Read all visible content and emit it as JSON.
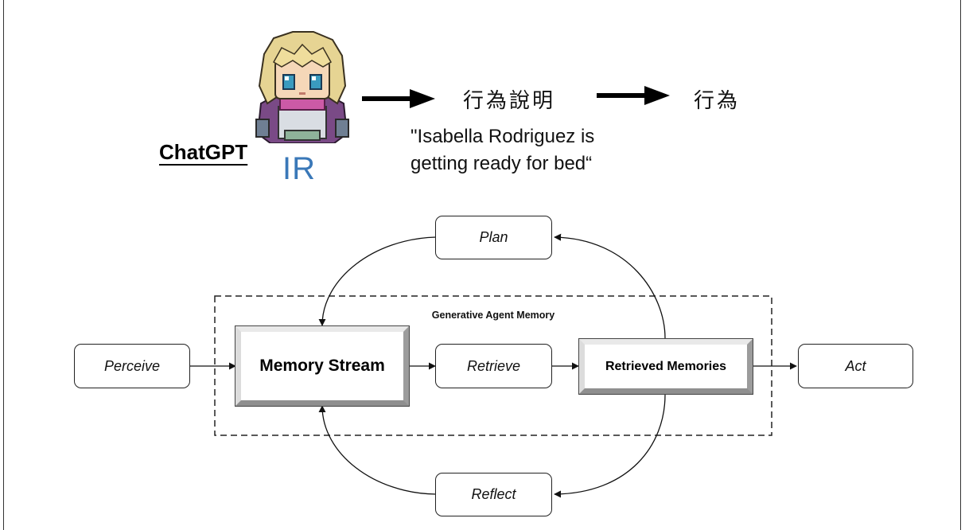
{
  "header": {
    "chatgpt_label": "ChatGPT",
    "agent_initials": "IR",
    "action_description_label": "行為說明",
    "action_label": "行為",
    "description_quote_line1": "\"Isabella Rodriguez is",
    "description_quote_line2": "getting ready for bed“"
  },
  "diagram": {
    "memory_group_label": "Generative Agent Memory",
    "nodes": {
      "plan": "Plan",
      "perceive": "Perceive",
      "memory_stream": "Memory Stream",
      "retrieve": "Retrieve",
      "retrieved_memories": "Retrieved Memories",
      "act": "Act",
      "reflect": "Reflect"
    }
  },
  "colors": {
    "initials": "#3a78b8",
    "stroke": "#222222",
    "avatar_hair": "#e6d493",
    "avatar_cloak": "#7a4a86",
    "avatar_scarf": "#cc5aa6"
  }
}
